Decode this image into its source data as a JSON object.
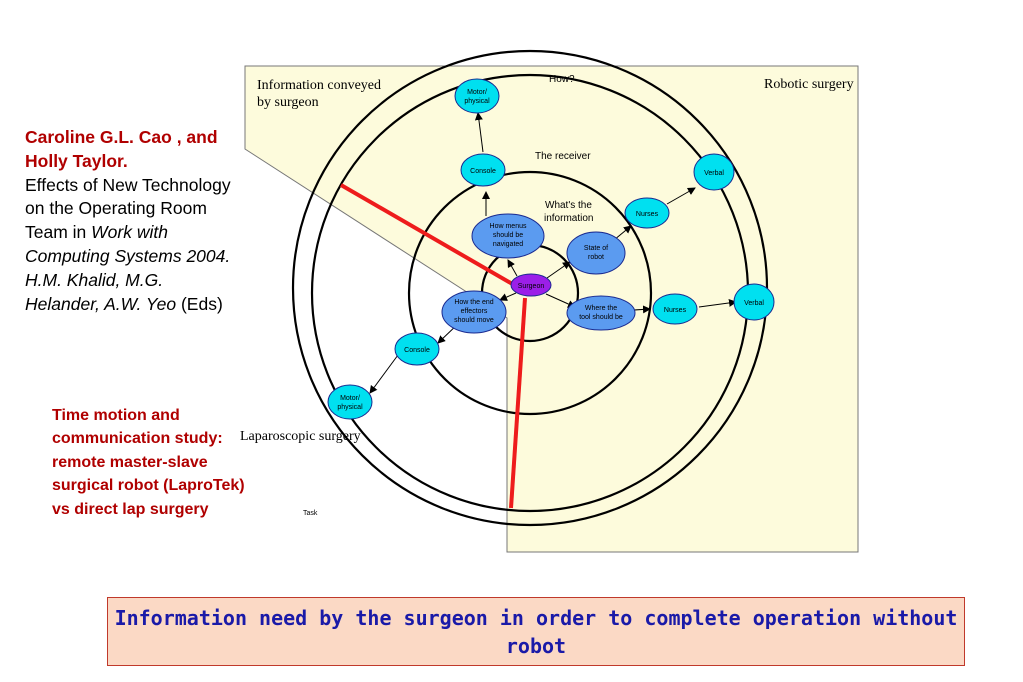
{
  "citation": {
    "authors": "Caroline G.L. Cao , and Holly Taylor.",
    "title_prefix": "Effects of New Technology on the Operating Room Team in ",
    "book": "Work with Computing Systems 2004. H.M. Khalid, M.G. Helander, A.W. Yeo",
    "eds": " (Eds)"
  },
  "study_note": "Time motion and communication study:  remote master-slave surgical robot (LaproTek) vs direct lap surgery",
  "diagram": {
    "title_line1": "Information conveyed",
    "title_line2": "by surgeon",
    "robotic_label": "Robotic surgery",
    "laparoscopic_label": "Laparoscopic surgery",
    "how_label": "How?",
    "receiver_label": "The receiver",
    "whats_info_line1": "What's the",
    "whats_info_line2": "information",
    "task_label": "Task",
    "nodes": {
      "surgeon": "Surgeon",
      "menus": [
        "How menus",
        "should be",
        "navigated"
      ],
      "state": [
        "State of",
        "robot"
      ],
      "end_effectors": [
        "How the end",
        "effectors",
        "should move"
      ],
      "tool": [
        "Where the",
        "tool should be"
      ],
      "console_top": "Console",
      "console_bottom": "Console",
      "motor_top": [
        "Motor/",
        "physical"
      ],
      "motor_bottom": [
        "Motor/",
        "physical"
      ],
      "nurses_top": "Nurses",
      "nurses_right": "Nurses",
      "verbal_top": "Verbal",
      "verbal_right": "Verbal"
    }
  },
  "caption": "Information need by the surgeon in order to complete operation without robot",
  "colors": {
    "panel": "#fdfbdc",
    "node_cyan": "#00e0f0",
    "node_blue": "#5b9bf0",
    "node_purple": "#9b1fe8",
    "divider": "#ee1c1c",
    "citation_red": "#b00000",
    "caption_text": "#1a1aa8",
    "caption_bg": "#fbd9c5"
  }
}
